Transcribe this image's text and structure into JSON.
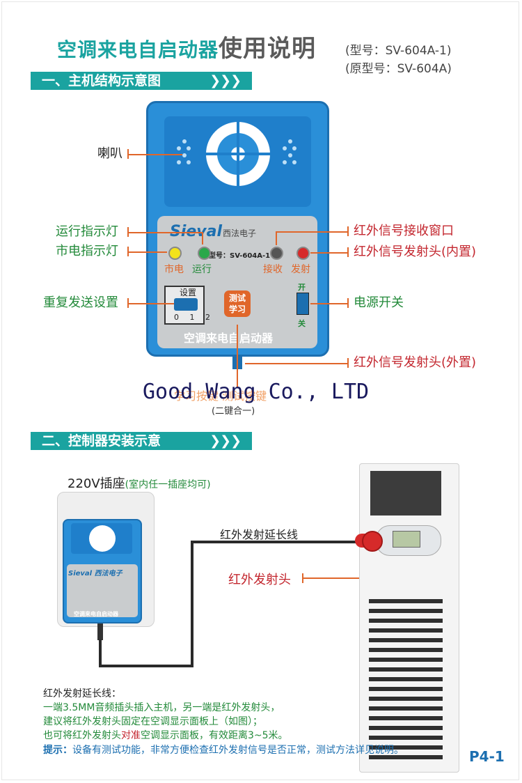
{
  "header": {
    "title_part1": "空调来电自启动器",
    "title_part2": "使用说明",
    "model_line": "(型号：SV-604A-1)",
    "orig_model_line": "(原型号：SV-604A)"
  },
  "section1": {
    "label": "一、主机结构示意图",
    "arrows": "❯❯❯"
  },
  "section2": {
    "label": "二、控制器安装示意",
    "arrows": "❯❯❯"
  },
  "diagram1": {
    "left_labels": [
      "喇叭",
      "运行指示灯",
      "市电指示灯",
      "重复发送设置"
    ],
    "right_labels": [
      "红外信号接收窗口",
      "红外信号发射头(内置)",
      "电源开关",
      "红外信号发射头(外置)"
    ],
    "brand": "Sieval",
    "brand_sub": "西法电子",
    "model_small": "型号：SV-604A-1",
    "led_labels": [
      "市电",
      "运行",
      "接收",
      "发射"
    ],
    "switch_title": "设置",
    "switch_nums": "0 1 2",
    "test_button_l1": "测试",
    "test_button_l2": "学习",
    "power_on": "开",
    "power_off": "关",
    "device_name": "空调来电自启动器",
    "faint_text": "学习按键 测试按键",
    "combo_note": "(二键合一)",
    "watermark": "Good Wang Co., LTD"
  },
  "diagram2": {
    "socket_label": "220V插座",
    "socket_sub": "(室内任一插座均可)",
    "small_brand": "Sieval 西法电子",
    "small_name": "空调来电自启动器",
    "ext_cable_label": "红外发射延长线",
    "emitter_label": "红外发射头"
  },
  "notes": {
    "title": "红外发射延长线：",
    "line1": "一端3.5MM音频插头插入主机，另一端是红外发射头，",
    "line2": "建议将红外发射头固定在空调显示面板上（如图）；",
    "line3_a": "也可将红外发射头",
    "line3_em": "对准",
    "line3_b": "空调显示面板，有效距离3~5米。",
    "hint_label": "提示：",
    "hint_text": "设备有测试功能，非常方便检查红外发射信号是否正常，测试方法详见说明。",
    "page_no": "P4-1"
  },
  "colors": {
    "accent": "#1aa3a0",
    "device_blue": "#2a8fd8",
    "pointer_orange": "#e0662a",
    "label_green": "#238a3a",
    "label_red": "#c3262e"
  }
}
